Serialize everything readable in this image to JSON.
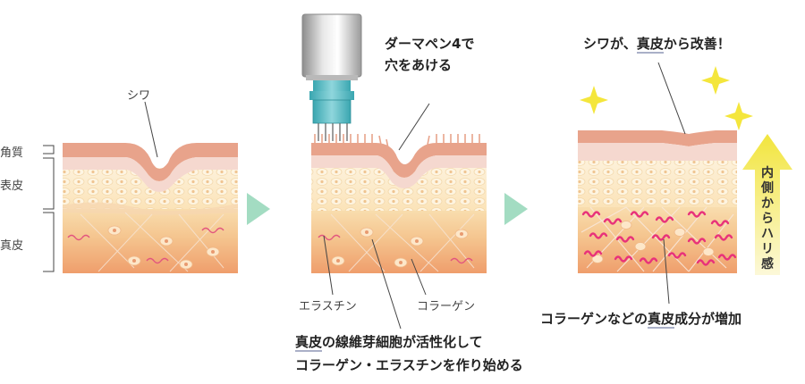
{
  "panel1": {
    "wrinkle_label": "シワ",
    "layer_labels": {
      "stratum_corneum": "角質",
      "epidermis": "表皮",
      "dermis": "真皮"
    }
  },
  "panel2": {
    "device_caption_line1": "ダーマペン4で",
    "device_caption_line2": "穴をあける",
    "elastin_label": "エラスチン",
    "collagen_label": "コラーゲン",
    "bottom_caption_line1_em": "真皮",
    "bottom_caption_line1_rest": "の線維芽細胞が活性化して",
    "bottom_caption_line2": "コラーゲン・エラスチンを作り始める"
  },
  "panel3": {
    "top_caption_pre": "シワが、",
    "top_caption_em": "真皮",
    "top_caption_post": "から改善！",
    "bottom_caption_pre": "コラーゲンなどの",
    "bottom_caption_em": "真皮",
    "bottom_caption_post": "成分が増加",
    "vertical_caption": "内側からハリ感"
  },
  "colors": {
    "stratum": "#e9a48c",
    "epidermis_light": "#f6dcc8",
    "epidermis_cells": "#fbe6b3",
    "dermis_top": "#f8d8a8",
    "dermis_bottom": "#f0a070",
    "arrow": "#a3dcc2",
    "sparkle": "#f4e63c",
    "collagen": "#e8327a",
    "up_arrow_top": "#f3e94a",
    "up_arrow_bottom": "#fbf7cf"
  }
}
